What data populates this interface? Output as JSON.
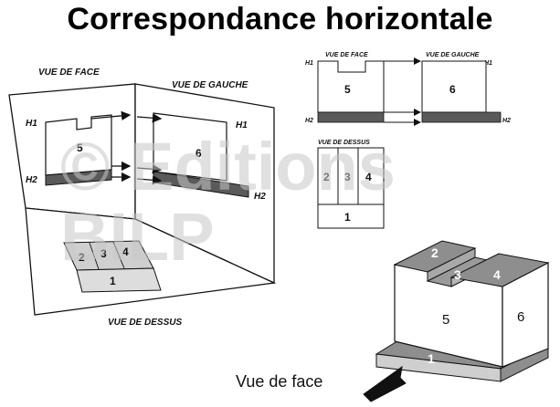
{
  "title": "Correspondance horizontale",
  "watermark": {
    "line1": "© Editions",
    "line2": "BILP"
  },
  "left_diagram": {
    "vue_de_face": "VUE DE FACE",
    "vue_de_gauche": "VUE DE GAUCHE",
    "vue_de_dessus": "VUE DE DESSUS",
    "h1": "H1",
    "h2": "H2",
    "face_number": "5",
    "left_number": "6",
    "top_numbers": [
      "2",
      "3",
      "4",
      "1"
    ]
  },
  "right_diagram": {
    "vue_de_face": "VUE DE FACE",
    "vue_de_gauche": "VUE DE GAUCHE",
    "vue_de_dessus": "VUE DE DESSUS",
    "h1": "H1",
    "h2": "H2",
    "face_number": "5",
    "left_number": "6",
    "top_numbers": [
      "2",
      "3",
      "4",
      "1"
    ]
  },
  "iso_block": {
    "numbers": [
      "2",
      "3",
      "4",
      "5",
      "6",
      "1"
    ],
    "caption": "Vue de face"
  },
  "colors": {
    "dark_gray": "#5a5a5a",
    "light_gray": "#cfcfcf",
    "mid_gray": "#8e8e8e"
  }
}
